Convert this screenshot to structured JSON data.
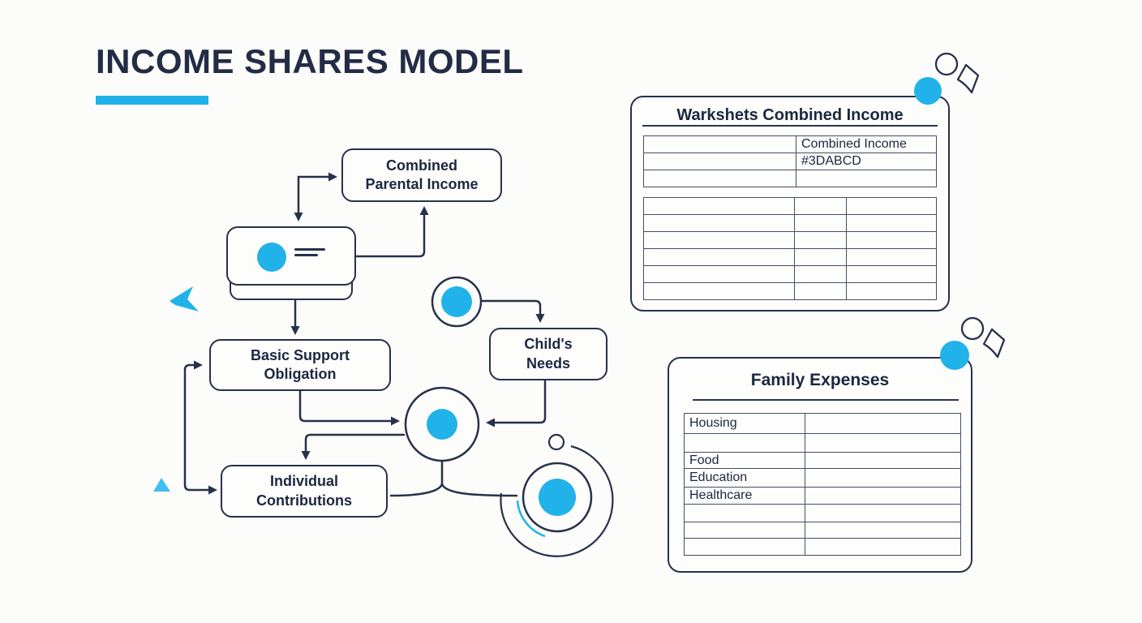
{
  "title": {
    "text": "INCOME SHARES MODEL"
  },
  "colors": {
    "ink": "#27314b",
    "accent": "#21b2e9"
  },
  "flowchart": {
    "nodes": {
      "cpi": {
        "lines": [
          "Combined",
          "Parental Income"
        ]
      },
      "bso": {
        "lines": [
          "Basic Support",
          "Obligation"
        ]
      },
      "needs": {
        "lines": [
          "Child's",
          "Needs"
        ]
      },
      "ic": {
        "lines": [
          "Individual",
          "Contributions"
        ]
      }
    }
  },
  "worksheet_panel": {
    "title": "Warkshets Combined Income",
    "income_table": {
      "rows": [
        {
          "c1": "",
          "c2": "Combined Income"
        },
        {
          "c1": "",
          "c2": "#3DABCD"
        },
        {
          "c1": "",
          "c2": ""
        }
      ]
    }
  },
  "expenses_panel": {
    "title": "Family Expenses",
    "rows": [
      "Housing",
      "",
      "Food",
      "Education",
      "Healthcare",
      "",
      "",
      ""
    ]
  }
}
